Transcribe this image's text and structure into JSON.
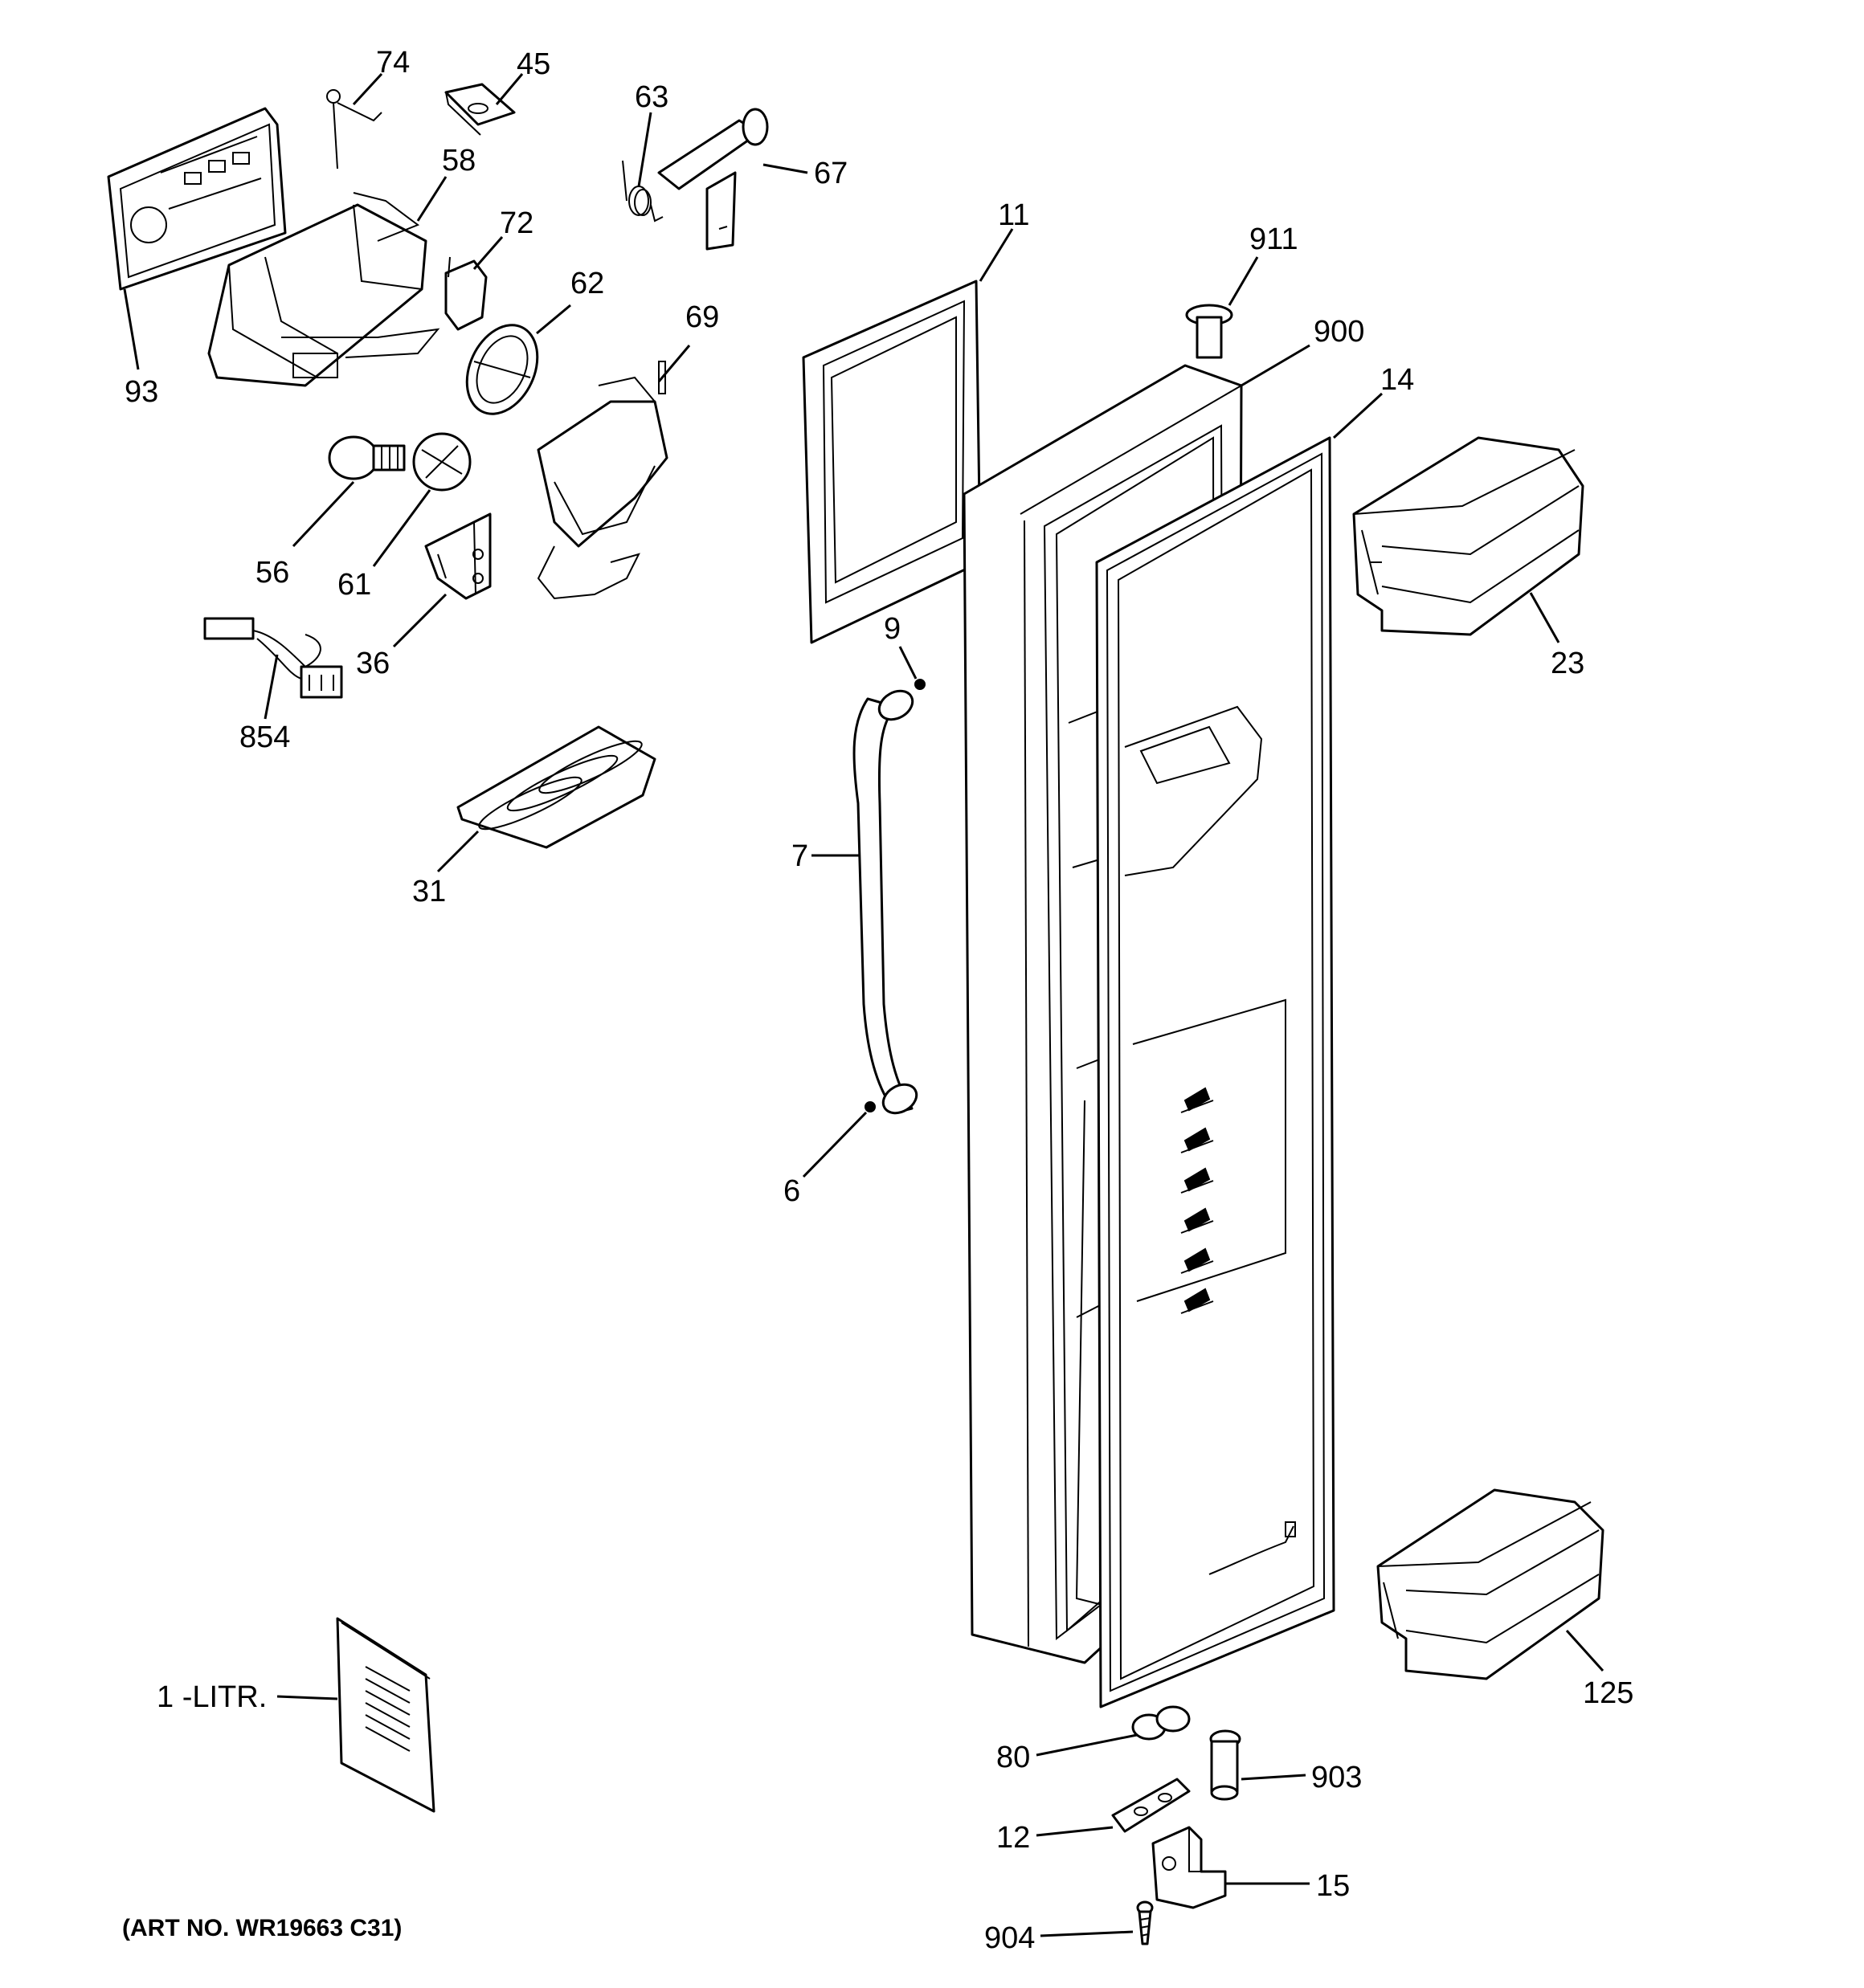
{
  "diagram": {
    "labels": {
      "l74": "74",
      "l45": "45",
      "l63": "63",
      "l67": "67",
      "l58": "58",
      "l72": "72",
      "l62": "62",
      "l69": "69",
      "l93": "93",
      "l56": "56",
      "l61": "61",
      "l36": "36",
      "l854": "854",
      "l31": "31",
      "l11": "11",
      "l911": "911",
      "l900": "900",
      "l14": "14",
      "l23": "23",
      "l9": "9",
      "l7": "7",
      "l6": "6",
      "l1litr": "1 -LITR.",
      "l125": "125",
      "l80": "80",
      "l903": "903",
      "l12": "12",
      "l15": "15",
      "l904": "904"
    },
    "art_number": "(ART NO. WR19663 C31)"
  }
}
